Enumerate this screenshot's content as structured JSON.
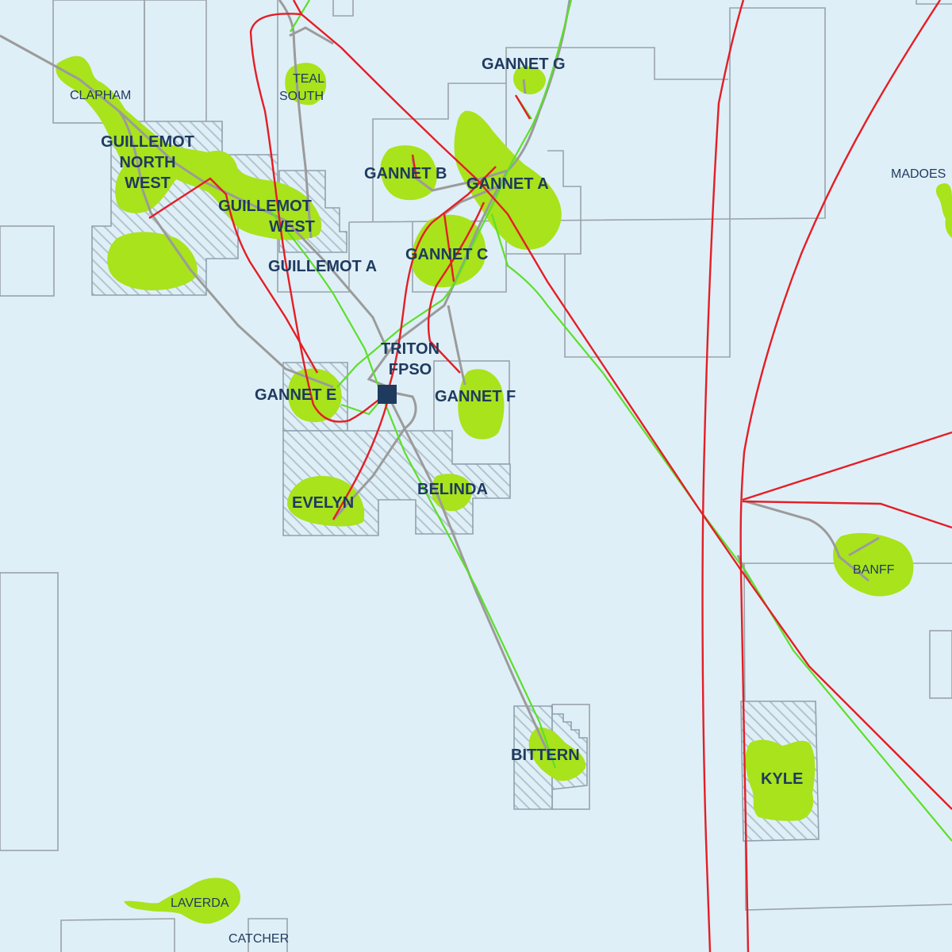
{
  "colors": {
    "sea": "#dfeff7",
    "field": "#a8e31c",
    "gas_pipeline": "#e41e26",
    "oil_pipeline": "#5cdf2a",
    "umbilical": "#9b9b9b",
    "block_outline": "#9aa3a8",
    "label": "#1f3a5f",
    "fpso_marker": "#1f3a5f"
  },
  "hub": {
    "line1": "TRITON",
    "line2": "FPSO",
    "icon": "fpso-square-icon"
  },
  "fields": {
    "clapham": "CLAPHAM",
    "guillemot_nw_1": "GUILLEMOT",
    "guillemot_nw_2": "NORTH",
    "guillemot_nw_3": "WEST",
    "teal_south_1": "TEAL",
    "teal_south_2": "SOUTH",
    "guillemot_west_1": "GUILLEMOT",
    "guillemot_west_2": "WEST",
    "guillemot_a": "GUILLEMOT A",
    "gannet_g": "GANNET G",
    "gannet_b": "GANNET B",
    "gannet_a": "GANNET A",
    "gannet_c": "GANNET C",
    "madoes": "MADOES",
    "gannet_e": "GANNET E",
    "gannet_f": "GANNET F",
    "evelyn": "EVELYN",
    "belinda": "BELINDA",
    "banff": "BANFF",
    "bittern": "BITTERN",
    "kyle": "KYLE",
    "laverda": "LAVERDA",
    "catcher": "CATCHER"
  }
}
